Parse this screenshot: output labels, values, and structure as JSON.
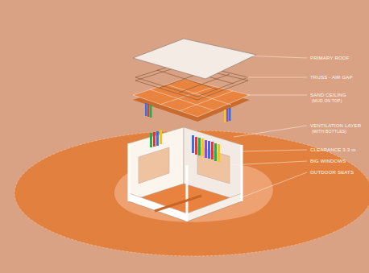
{
  "diagram": {
    "labels": [
      "PRIMARY ROOF",
      "TRUSS - AIR GAP",
      "SAND CEILING",
      "(MUD ON TOP)",
      "VENTILATION LAYER",
      "(WITH BOTTLES)",
      "CLEARANCE 3.3 m",
      "BIG WINDOWS",
      "OUTDOOR SEATS"
    ]
  }
}
